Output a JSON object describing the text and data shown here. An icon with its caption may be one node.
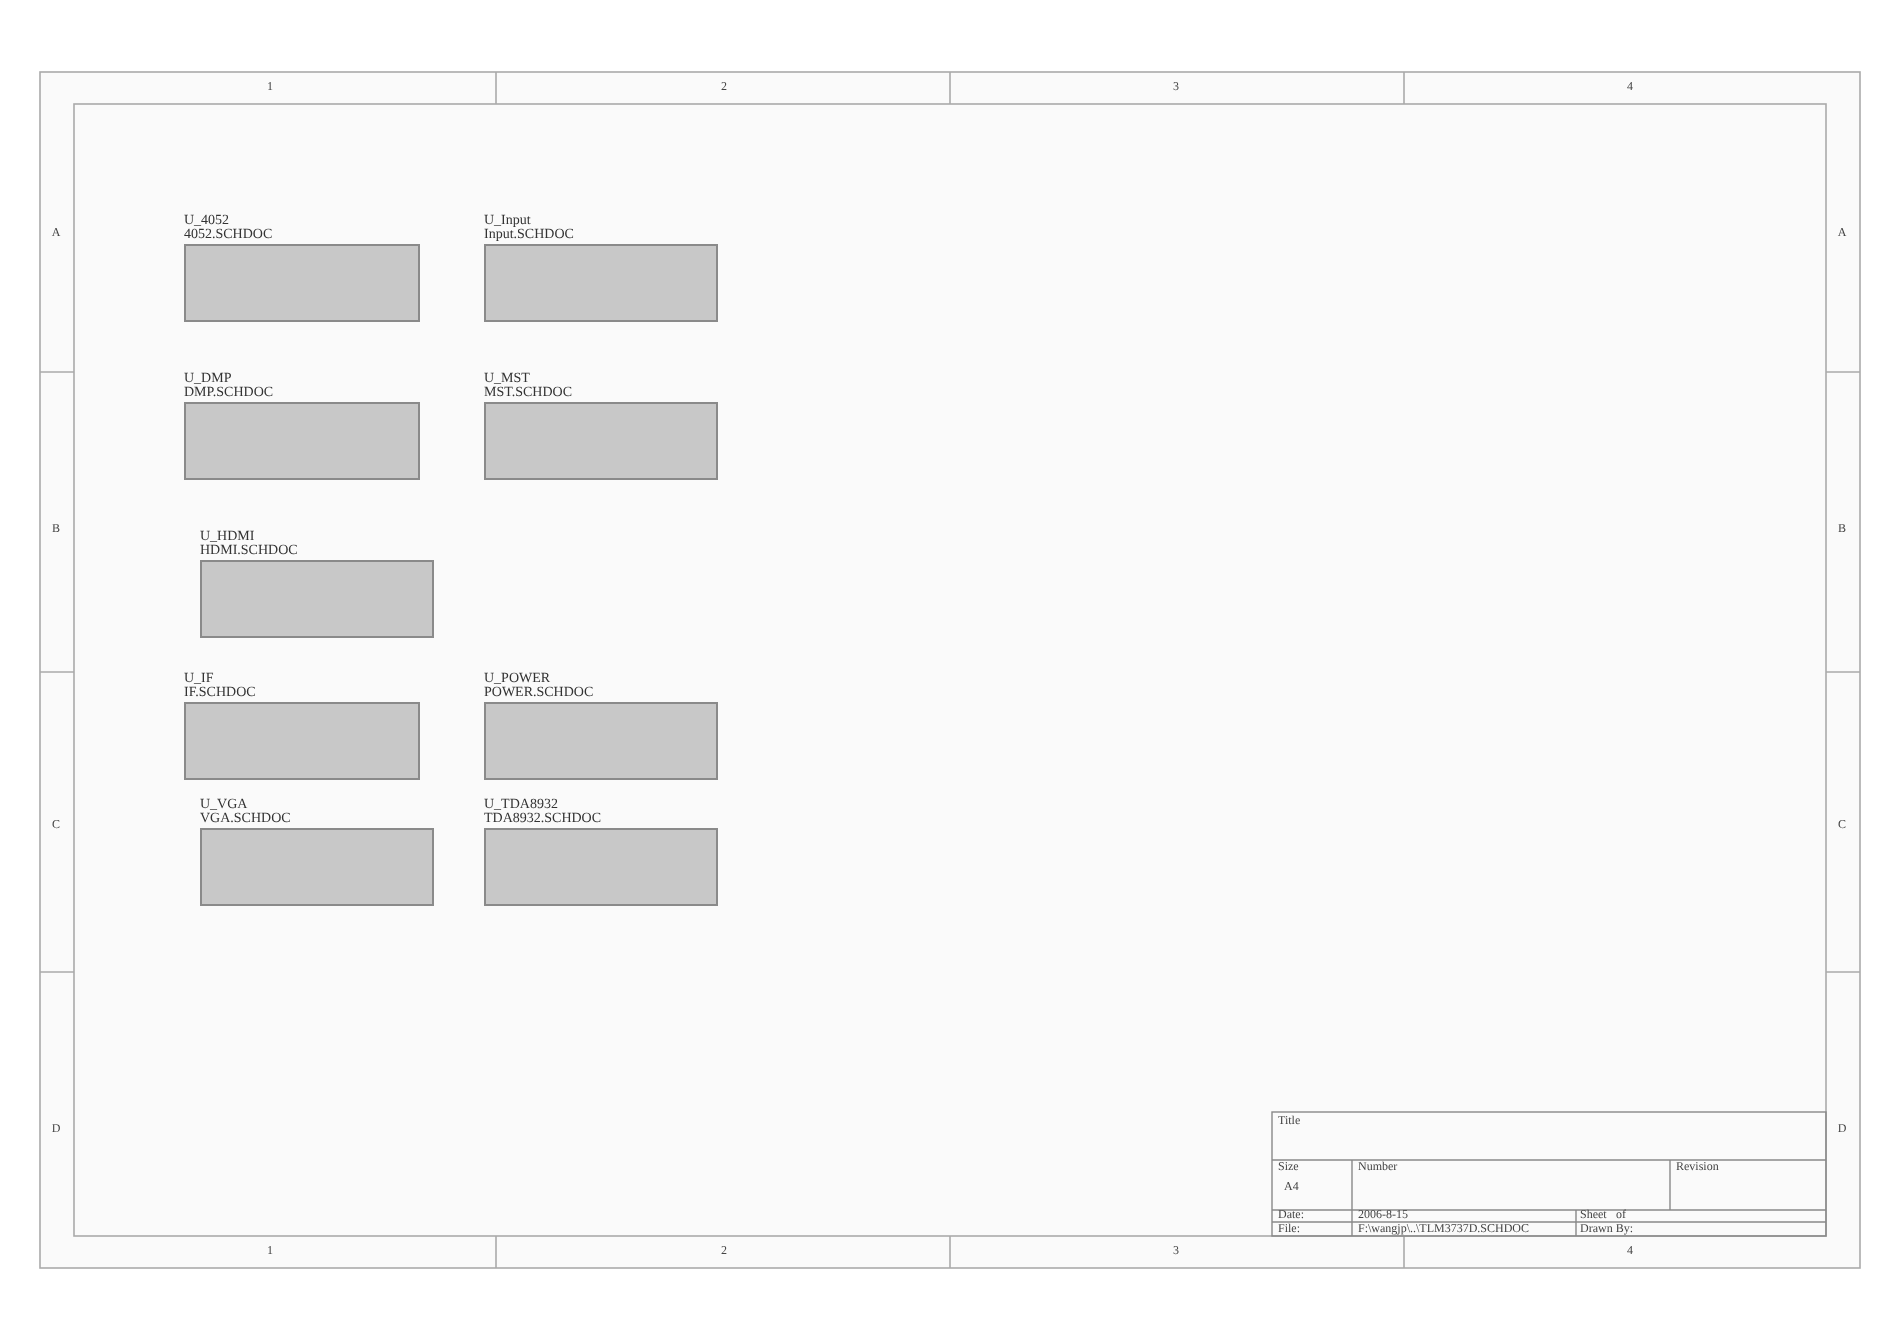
{
  "diagram": {
    "nodes": [
      {
        "text": [
          "U_4052",
          "4052.SCHDOC"
        ]
      },
      {
        "text": [
          "U_Input",
          "Input.SCHDOC"
        ]
      },
      {
        "text": [
          "U_DMP",
          "DMP.SCHDOC"
        ]
      },
      {
        "text": [
          "U_MST",
          "MST.SCHDOC"
        ]
      },
      {
        "text": [
          "U_HDMI",
          "HDMI.SCHDOC"
        ]
      },
      {
        "text": [
          "U_IF",
          "IF.SCHDOC"
        ]
      },
      {
        "text": [
          "U_POWER",
          "POWER.SCHDOC"
        ]
      },
      {
        "text": [
          "U_VGA",
          "VGA.SCHDOC"
        ]
      },
      {
        "text": [
          "U_TDA8932",
          "TDA8932.SCHDOC"
        ]
      }
    ],
    "edges": [],
    "labels": [
      "1",
      "2",
      "3",
      "4",
      "A",
      "A",
      "B",
      "B",
      "C",
      "C",
      "D",
      "D",
      "Title",
      "Size",
      "A4",
      "Number",
      "Revision",
      "Date:",
      "2006-8-15",
      "Sheet",
      "of",
      "File:",
      "F:\\wangjp\\..\\TLM3737D.SCHDOC",
      "Drawn By:",
      "1",
      "2",
      "3",
      "4"
    ]
  }
}
